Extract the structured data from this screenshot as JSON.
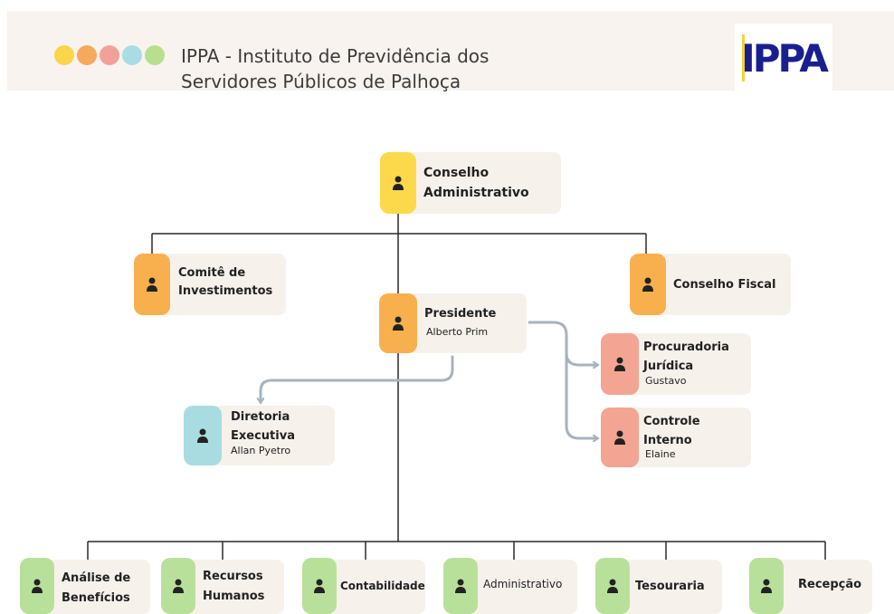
{
  "header": {
    "title_line1": "IPPA - Instituto de Previdência dos",
    "title_line2": "Servidores Públicos de Palhoça",
    "logo_text": "IPPA",
    "dot_colors": [
      "#f9d64a",
      "#f6a95a",
      "#f2a19a",
      "#a8dde3",
      "#b7e08e"
    ]
  },
  "colors": {
    "yellow": "#fcd94a",
    "orange": "#f8b04e",
    "salmon": "#f3a493",
    "teal": "#a8dce1",
    "green": "#b9e09b",
    "card_bg": "#f7f1ec",
    "line": "#2a2a2a",
    "arrow": "#a7b3bd"
  },
  "nodes": {
    "conselho_admin": {
      "label_1": "Conselho",
      "label_2": "Administrativo"
    },
    "comite": {
      "label_1": "Comitê de",
      "label_2": "Investimentos"
    },
    "conselho_fiscal": {
      "label": "Conselho Fiscal"
    },
    "presidente": {
      "label": "Presidente",
      "person": "Alberto Prim"
    },
    "procuradoria": {
      "label_1": "Procuradoria",
      "label_2": "Jurídica",
      "person": "Gustavo"
    },
    "controle": {
      "label_1": "Controle",
      "label_2": "Interno",
      "person": "Elaine"
    },
    "diretoria": {
      "label_1": "Diretoria",
      "label_2": "Executiva",
      "person": "Allan Pyetro"
    },
    "beneficios": {
      "label_1": "Análise de",
      "label_2": "Benefícios"
    },
    "rh": {
      "label_1": "Recursos",
      "label_2": "Humanos"
    },
    "contabilidade": {
      "label": "Contabilidade"
    },
    "administrativo": {
      "label": "Administrativo"
    },
    "tesouraria": {
      "label": "Tesouraria"
    },
    "recepcao": {
      "label": "Recepção"
    }
  }
}
